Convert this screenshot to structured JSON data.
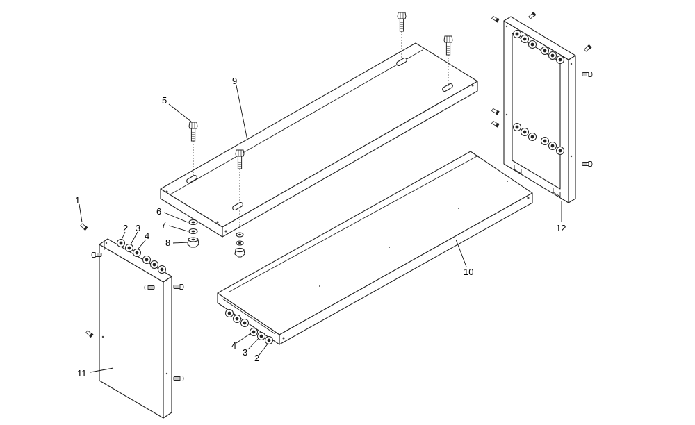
{
  "callouts": [
    {
      "id": "c1",
      "text": "1"
    },
    {
      "id": "c2a",
      "text": "2"
    },
    {
      "id": "c3a",
      "text": "3"
    },
    {
      "id": "c4a",
      "text": "4"
    },
    {
      "id": "c5",
      "text": "5"
    },
    {
      "id": "c6",
      "text": "6"
    },
    {
      "id": "c7",
      "text": "7"
    },
    {
      "id": "c8",
      "text": "8"
    },
    {
      "id": "c9",
      "text": "9"
    },
    {
      "id": "c10",
      "text": "10"
    },
    {
      "id": "c11",
      "text": "11"
    },
    {
      "id": "c12",
      "text": "12"
    },
    {
      "id": "c4b",
      "text": "4"
    },
    {
      "id": "c3b",
      "text": "3"
    },
    {
      "id": "c2b",
      "text": "2"
    }
  ]
}
